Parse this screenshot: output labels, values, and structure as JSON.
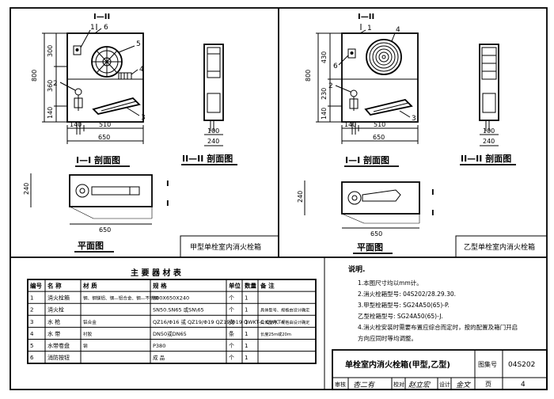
{
  "drawings": {
    "left": {
      "section_mark_top": "I—II",
      "dims_v": [
        "800",
        "300",
        "360",
        "140"
      ],
      "dims_h": [
        "140",
        "510",
        "650"
      ],
      "callouts": [
        "1",
        "6",
        "5",
        "4",
        "2",
        "3"
      ],
      "elev_title": "I—I 剖面图",
      "side_title": "II—II 剖面图",
      "side_dims": [
        "240",
        "100"
      ],
      "plan_dims": [
        "240",
        "650"
      ],
      "plan_marks": [
        "I",
        "I"
      ],
      "plan_title": "平面图",
      "caption": "甲型单栓室内消火栓箱"
    },
    "right": {
      "section_mark_top": "I—II",
      "dims_v": [
        "800",
        "430",
        "230",
        "140"
      ],
      "dims_h": [
        "140",
        "510",
        "650"
      ],
      "callouts": [
        "1",
        "4",
        "6",
        "2",
        "3"
      ],
      "elev_title": "I—I 剖面图",
      "side_title": "II—II 剖面图",
      "side_dims": [
        "240",
        "100"
      ],
      "plan_dims": [
        "240",
        "650"
      ],
      "plan_marks": [
        "I",
        "I"
      ],
      "plan_title": "平面图",
      "caption": "乙型单栓室内消火栓箱"
    }
  },
  "materials": {
    "title": "主 要 器 材 表",
    "headers": [
      "编号",
      "名 称",
      "材 质",
      "规 格",
      "单位",
      "数量",
      "备 注"
    ],
    "rows": [
      [
        "1",
        "消火栓箱",
        "钢、钢镁铝、钢—铝合金、钢—不锈钢",
        "800X650X240",
        "个",
        "1",
        ""
      ],
      [
        "2",
        "消火栓",
        "",
        "SN50.SN65 或SN\\65",
        "个",
        "1",
        "具体型号、规格由设计确定"
      ],
      [
        "3",
        "水 枪",
        "铝合金",
        "QZ16/Φ16 或 QZ19/Φ19  QZ19/Φ19  QWKT-C QWKT-F",
        "支",
        "1",
        "具体型号、规格由设计确定"
      ],
      [
        "4",
        "水 带",
        "衬胶",
        "DN50或DN65",
        "条",
        "1",
        "长度25m或20m"
      ],
      [
        "5",
        "水带卷盘",
        "钢",
        "P380",
        "个",
        "1",
        ""
      ],
      [
        "6",
        "消防按钮",
        "",
        "成 品",
        "个",
        "1",
        ""
      ]
    ]
  },
  "notes": {
    "heading": "说明.",
    "lines": [
      "1.本图尺寸均以mm计。",
      "2.消火栓箱型号: 04S202/28.29.30.",
      "3.甲型栓箱型号: SG24A50(65)-P.",
      "   乙型栓箱型号: SG24A50(65)-J.",
      "4.消火栓安装时需要布置应综合而定时，按的配置及箱门开启",
      "   方向应同时等均调整。"
    ]
  },
  "titleblock": {
    "title": "单栓室内消火栓箱(甲型,乙型)",
    "atlas_label": "图集号",
    "atlas_no": "04S202",
    "review_label": "审核",
    "review_sign": "杏二有",
    "check_label": "校对",
    "check_sign": "赵立宏",
    "design_label": "设计",
    "design_sign": "金文",
    "page_label": "页",
    "page_no": "4"
  }
}
